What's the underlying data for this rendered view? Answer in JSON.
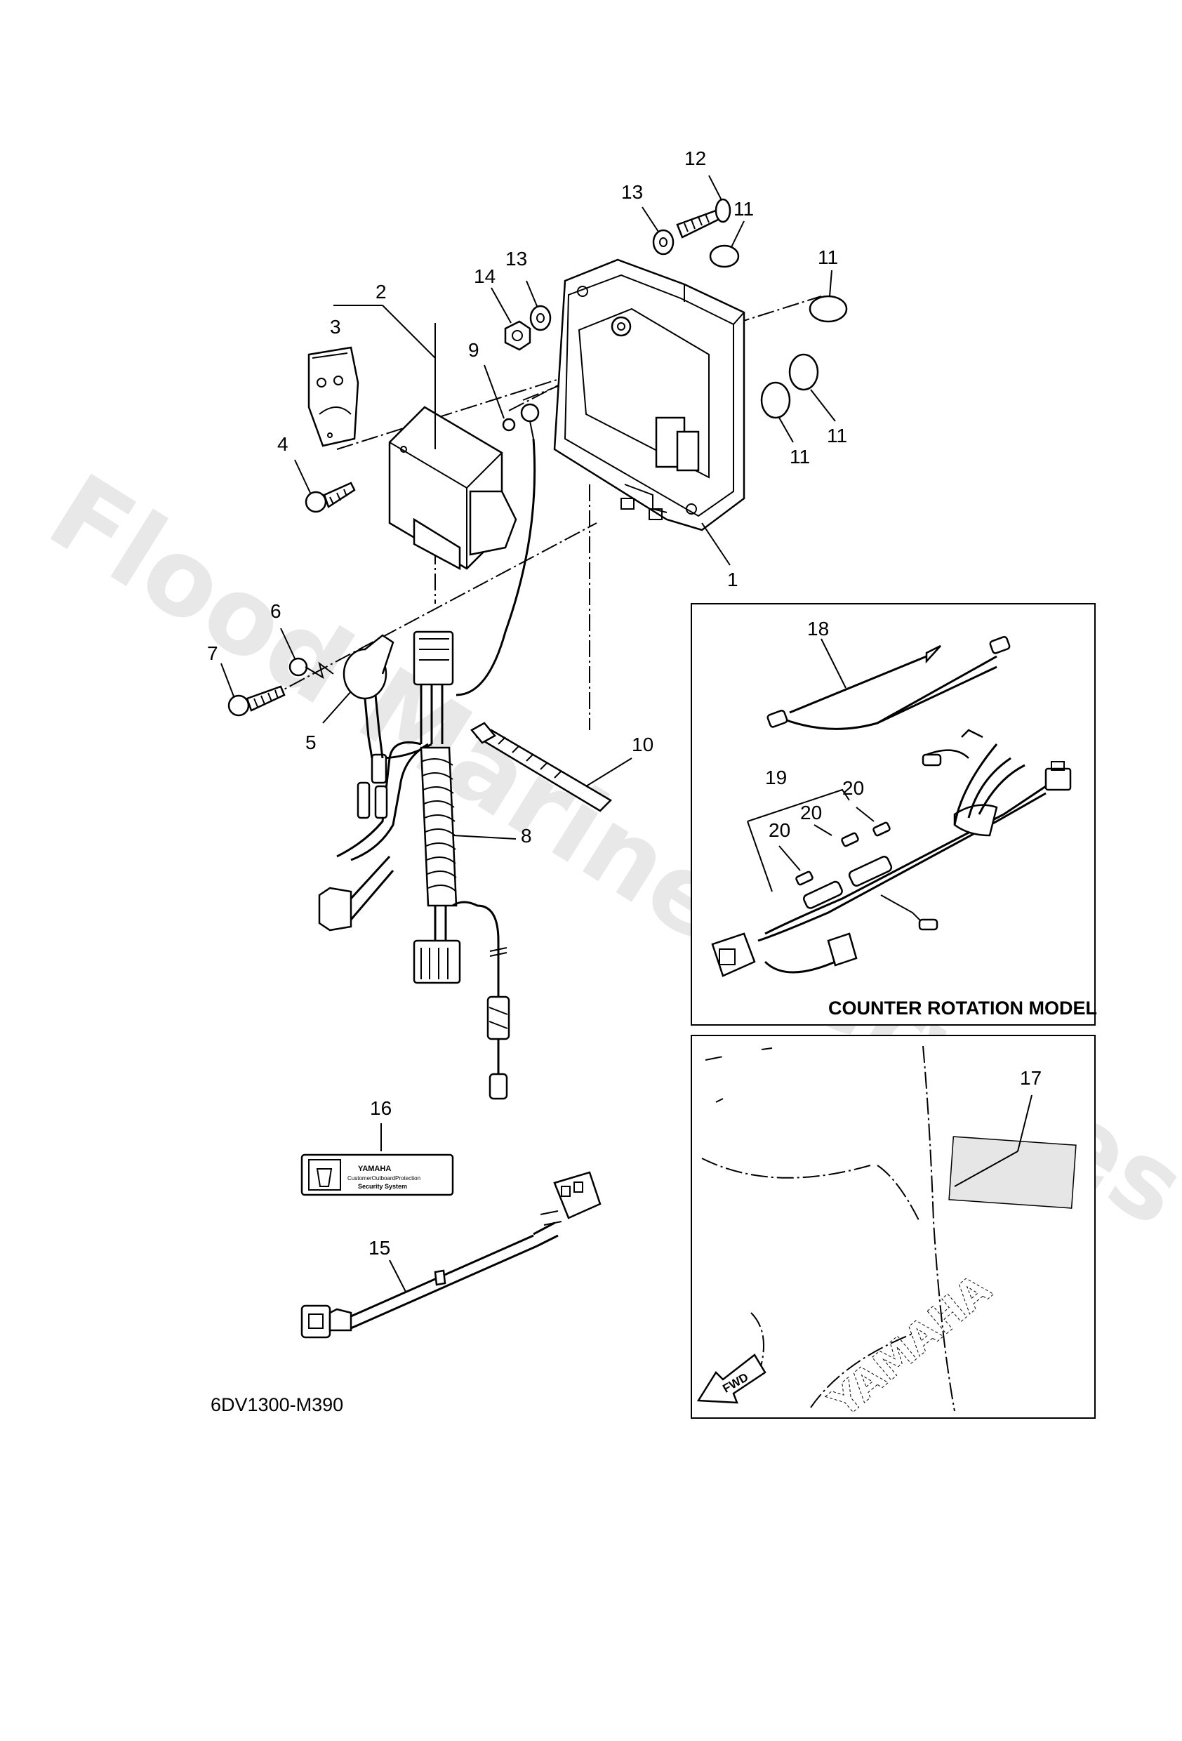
{
  "diagram": {
    "callouts": [
      {
        "id": "1",
        "text": "1"
      },
      {
        "id": "2",
        "text": "2"
      },
      {
        "id": "3",
        "text": "3"
      },
      {
        "id": "4",
        "text": "4"
      },
      {
        "id": "5",
        "text": "5"
      },
      {
        "id": "6",
        "text": "6"
      },
      {
        "id": "7",
        "text": "7"
      },
      {
        "id": "8",
        "text": "8"
      },
      {
        "id": "9",
        "text": "9"
      },
      {
        "id": "10",
        "text": "10"
      },
      {
        "id": "11a",
        "text": "11"
      },
      {
        "id": "11b",
        "text": "11"
      },
      {
        "id": "11c",
        "text": "11"
      },
      {
        "id": "11d",
        "text": "11"
      },
      {
        "id": "12",
        "text": "12"
      },
      {
        "id": "13a",
        "text": "13"
      },
      {
        "id": "13b",
        "text": "13"
      },
      {
        "id": "14",
        "text": "14"
      },
      {
        "id": "15",
        "text": "15"
      },
      {
        "id": "16",
        "text": "16"
      },
      {
        "id": "17",
        "text": "17"
      },
      {
        "id": "18",
        "text": "18"
      },
      {
        "id": "19",
        "text": "19"
      },
      {
        "id": "20a",
        "text": "20"
      },
      {
        "id": "20b",
        "text": "20"
      },
      {
        "id": "20c",
        "text": "20"
      }
    ],
    "counter_rotation_label": "COUNTER ROTATION MODEL",
    "fwd_label": "FWD",
    "drawing_code": "6DV1300-M390",
    "decal": {
      "brand": "YAMAHA",
      "line1": "CustomerOutboardProtection",
      "line2": "Security System"
    },
    "cowling_logo": "YAMAHA",
    "watermark": "Flood Marine Services"
  }
}
